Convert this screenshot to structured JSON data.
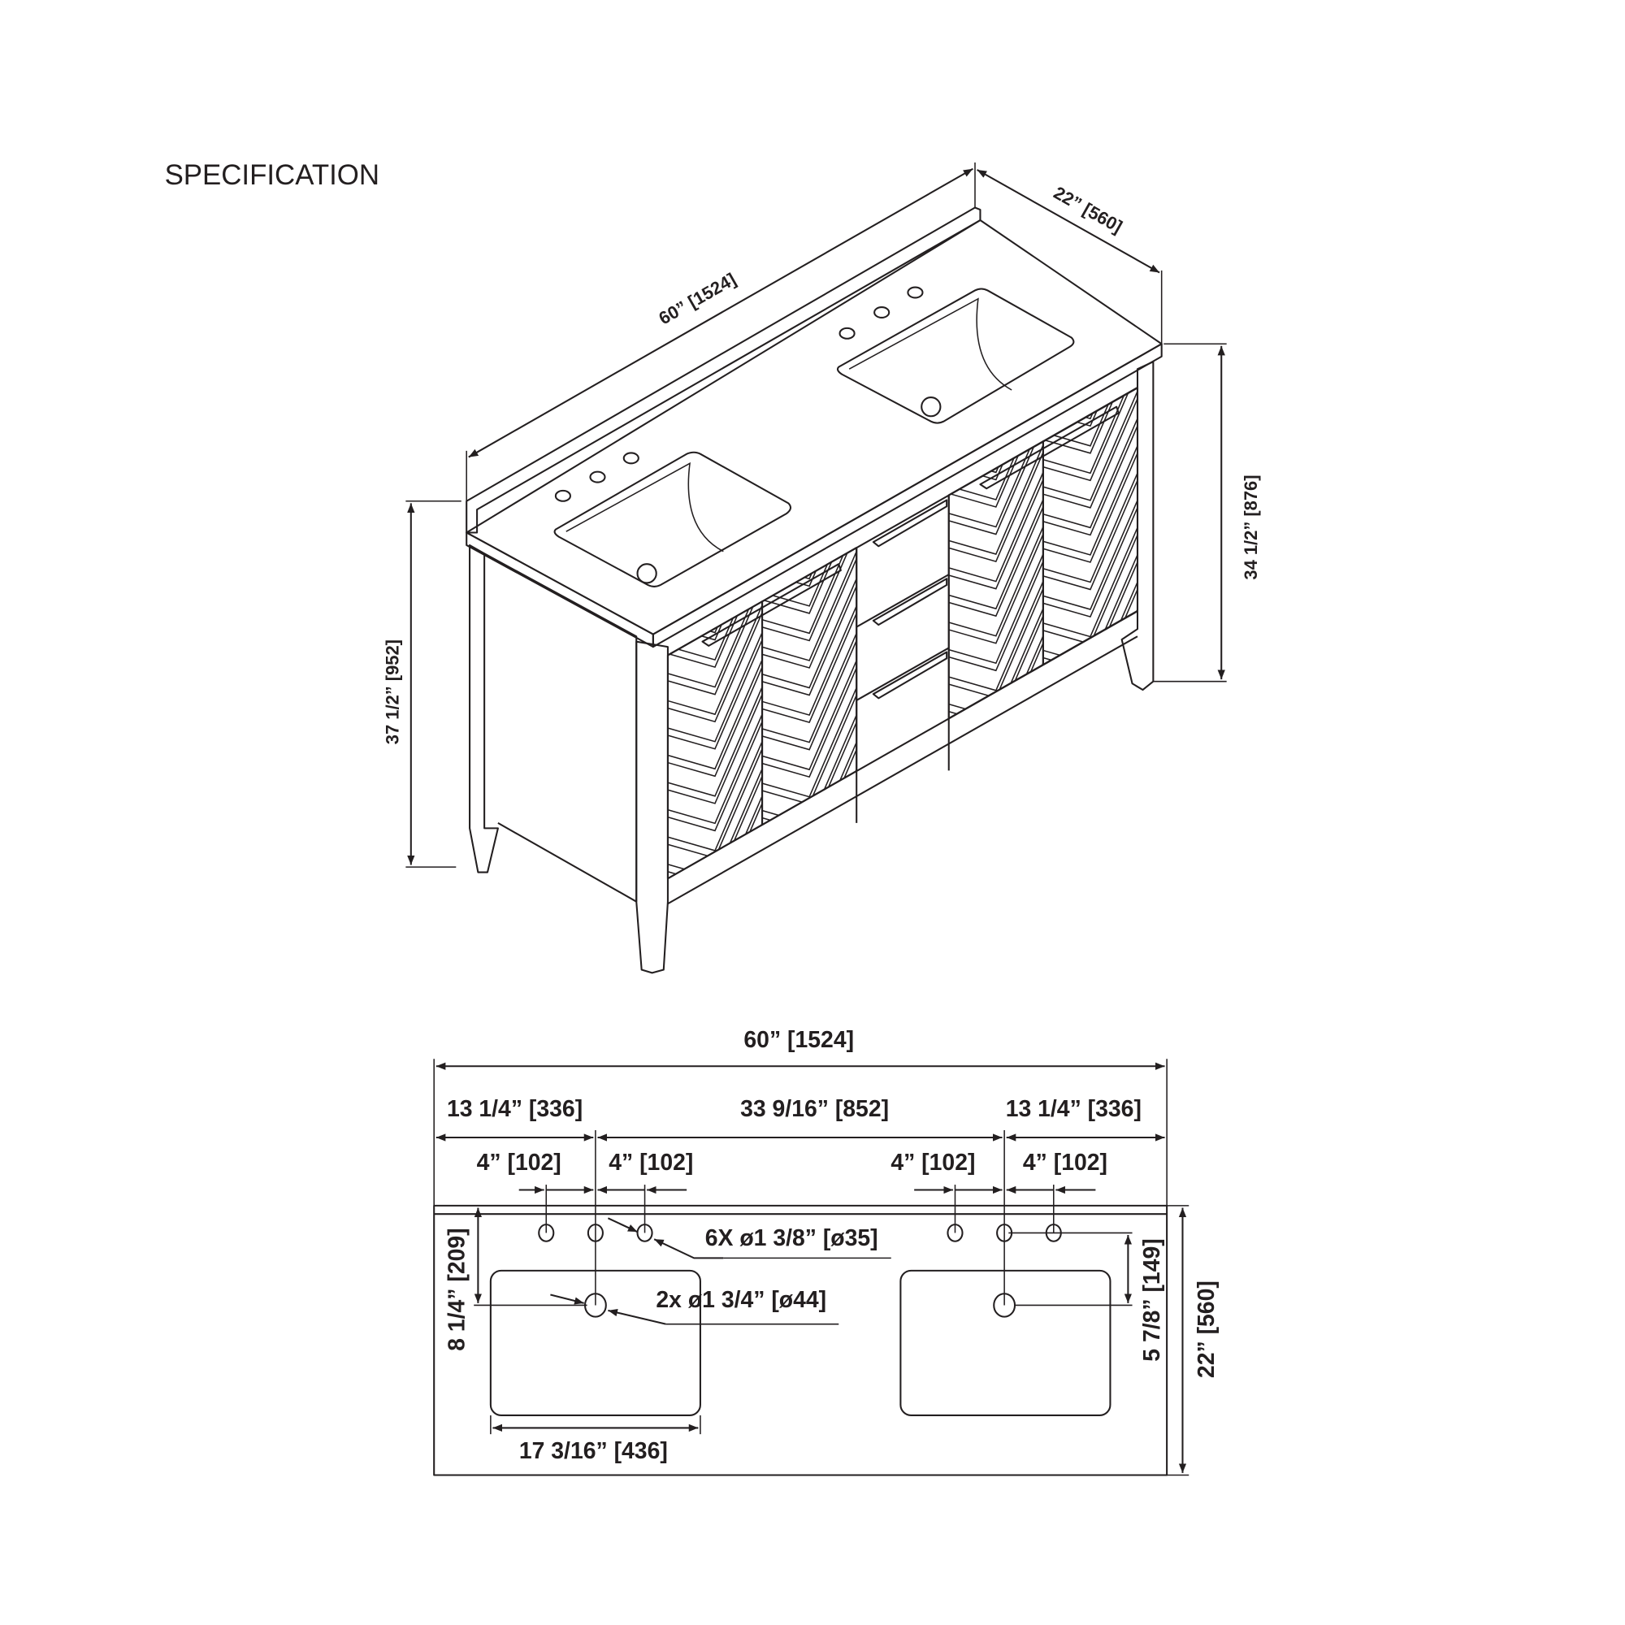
{
  "title": "SPECIFICATION",
  "iso_view": {
    "width": "60” [1524]",
    "depth": "22” [560]",
    "cabinet_height": "34 1/2” [876]",
    "total_height": "37 1/2” [952]"
  },
  "plan_view": {
    "overall_width": "60” [1524]",
    "left_offset": "13 1/4” [336]",
    "center_spacing": "33 9/16” [852]",
    "right_offset": "13 1/4” [336]",
    "faucet_spacing_1": "4” [102]",
    "faucet_spacing_2": "4” [102]",
    "faucet_spacing_3": "4” [102]",
    "faucet_spacing_4": "4” [102]",
    "faucet_holes": "6X ø1 3/8” [ø35]",
    "drain_holes": "2x ø1 3/4” [ø44]",
    "drain_depth": "8 1/4” [209]",
    "faucet_to_drain": "5 7/8” [149]",
    "depth": "22” [560]",
    "sink_width": "17 3/16” [436]"
  }
}
